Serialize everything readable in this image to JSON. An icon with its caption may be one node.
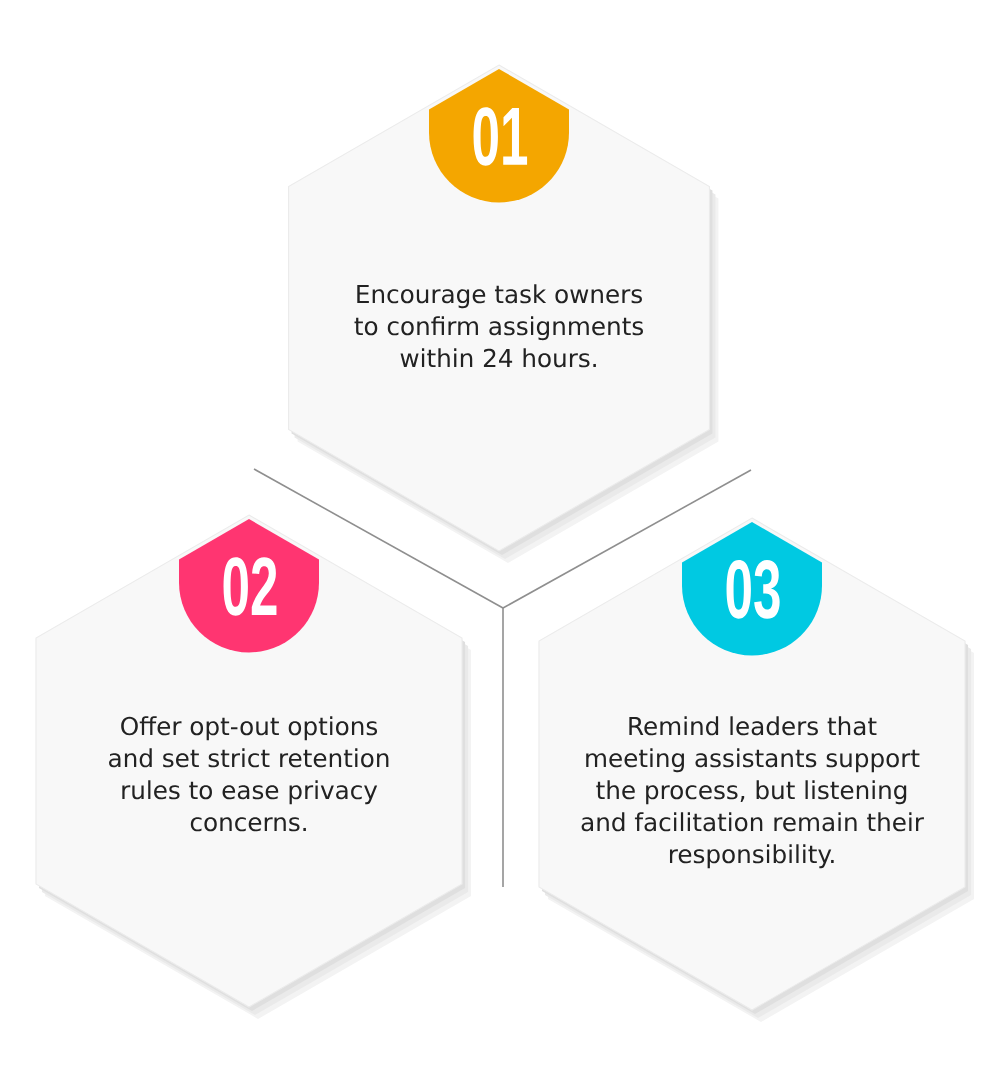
{
  "diagram": {
    "nodes": [
      {
        "text": [
          "Encourage task owners to confirm assignments within 24 hours."
        ]
      },
      {
        "text": [
          "01"
        ],
        "in": 0
      },
      {
        "text": [
          "Offer opt-out options and set strict retention rules to ease privacy concerns."
        ]
      },
      {
        "text": [
          "02"
        ],
        "in": 2
      },
      {
        "text": [
          "Remind leaders that meeting assistants support the process, but listening and facilitation remain their responsibility."
        ]
      },
      {
        "text": [
          "03"
        ],
        "in": 4
      }
    ]
  }
}
